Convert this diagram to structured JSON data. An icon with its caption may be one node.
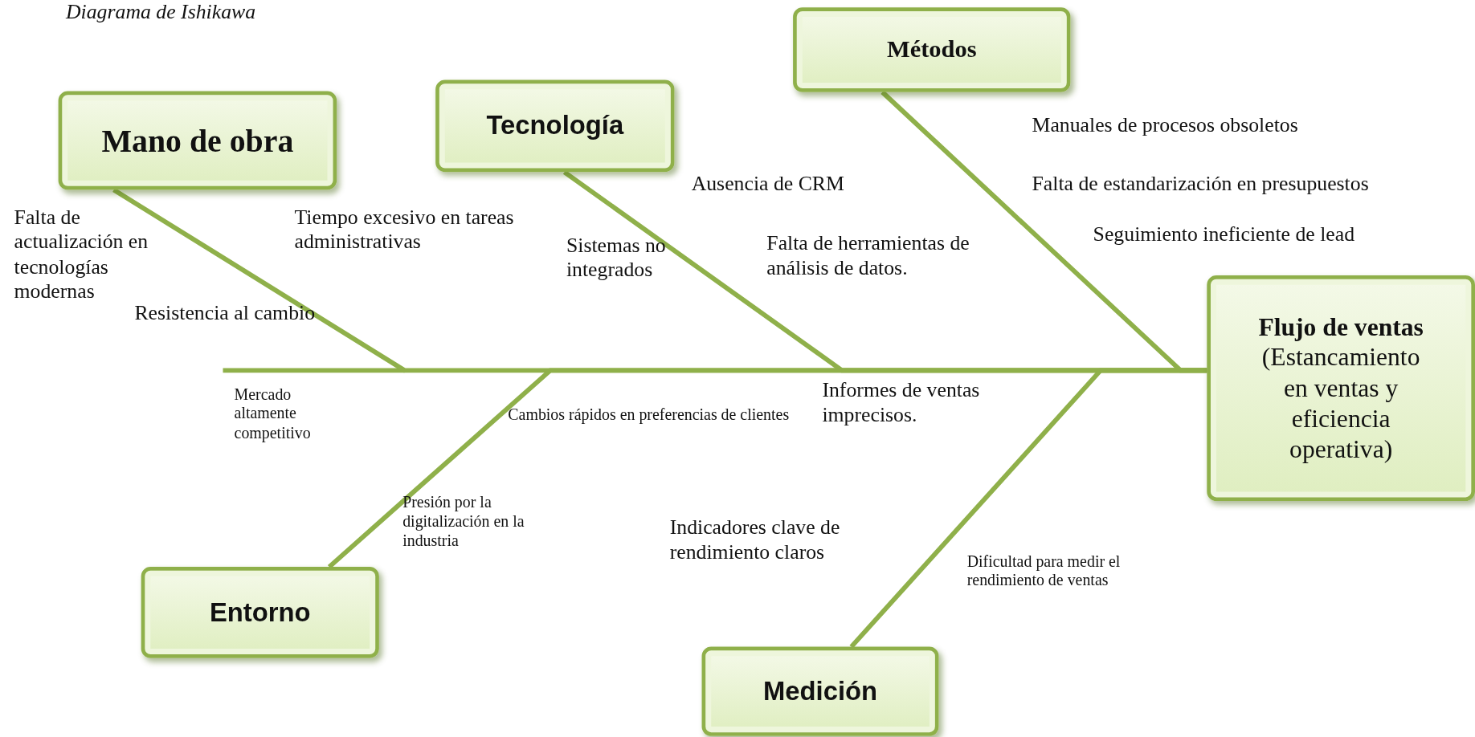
{
  "diagram": {
    "title": "Diagrama de Ishikawa",
    "nodes": [
      {
        "text": [
          "Mano de obra"
        ]
      },
      {
        "text": [
          "Tecnología"
        ]
      },
      {
        "text": [
          "Métodos"
        ]
      },
      {
        "text": [
          "Flujo de ventas",
          "(Estancamiento en ventas y eficiencia operativa)"
        ]
      },
      {
        "text": [
          "Entorno"
        ]
      },
      {
        "text": [
          "Medición"
        ]
      }
    ],
    "edges": [
      {
        "from": 0,
        "to": 3,
        "arrow": "none"
      },
      {
        "from": 1,
        "to": 3,
        "arrow": "none"
      },
      {
        "from": 2,
        "to": 3,
        "arrow": "none"
      },
      {
        "from": 4,
        "to": 3,
        "arrow": "none"
      },
      {
        "from": 5,
        "to": 3,
        "arrow": "none"
      }
    ],
    "labels": [
      "Manuales de procesos obsoletos",
      "Ausencia de CRM",
      "Falta de estandarización en presupuestos",
      "Falta de actualización en tecnologías modernas",
      "Tiempo excesivo en tareas administrativas",
      "Seguimiento ineficiente de lead",
      "Sistemas no integrados",
      "Falta de herramientas de análisis de datos.",
      "Resistencia al cambio",
      "Mercado altamente competitivo",
      "Cambios rápidos en preferencias de clientes",
      "Informes de ventas imprecisos.",
      "Presión por la digitalización en la industria",
      "Indicadores clave de rendimiento claros",
      "Dificultad para medir el rendimiento de ventas"
    ]
  }
}
